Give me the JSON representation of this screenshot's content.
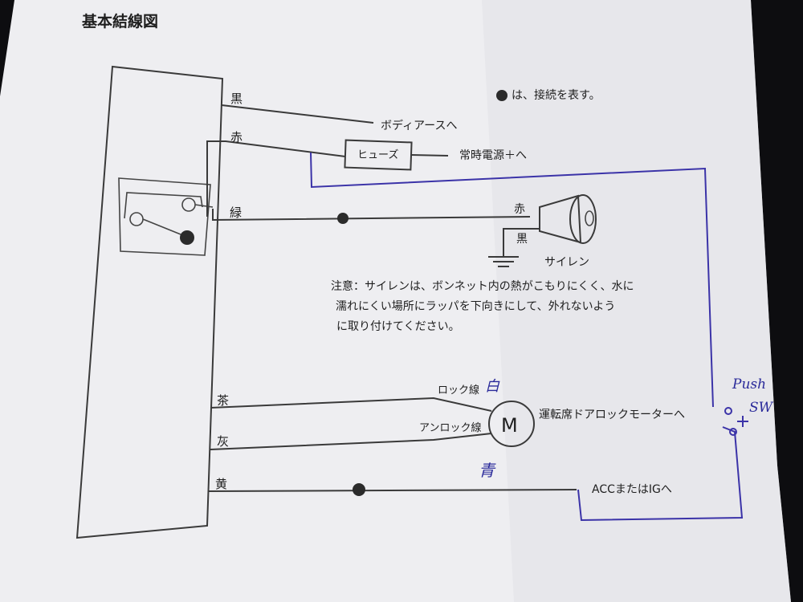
{
  "title": "基本結線図",
  "legend_note": "は、接続を表す。",
  "wires": {
    "black": "黒",
    "red": "赤",
    "green": "緑",
    "brown": "茶",
    "gray": "灰",
    "yellow": "黄"
  },
  "destinations": {
    "body_earth": "ボディアースへ",
    "fuse": "ヒューズ",
    "constant_power": "常時電源＋へ",
    "siren_red": "赤",
    "siren_black": "黒",
    "siren": "サイレン",
    "lock_wire": "ロック線",
    "unlock_wire": "アンロック線",
    "motor": "M",
    "door_lock_motor": "運転席ドアロックモーターへ",
    "acc_ig": "ACCまたはIGへ"
  },
  "caution": [
    "注意：サイレンは、ボンネット内の熱がこもりにくく、水に",
    "濡れにくい場所にラッパを下向きにして、外れないよう",
    "に取り付けてください。"
  ],
  "handwriting": {
    "lock_note": "白",
    "unlock_note": "青",
    "switch_line1": "Push",
    "switch_line2": "SW"
  },
  "colors": {
    "paper": "#f2f2f4",
    "ink": "#2b2b2b",
    "pen": "#3b33a8",
    "background": "#0d0d10"
  }
}
